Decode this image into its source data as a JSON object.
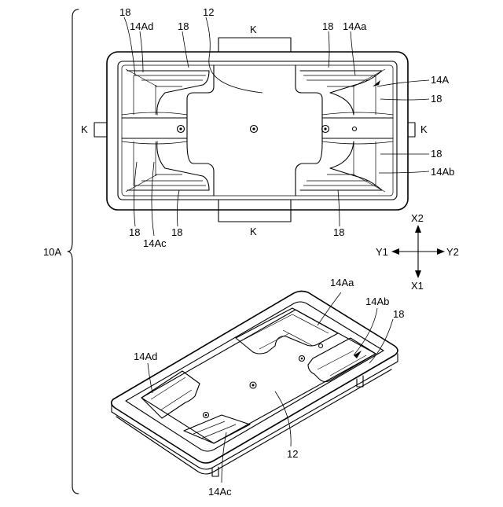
{
  "figure": {
    "assembly_label": "10A",
    "top_view": {
      "label_18_a": "18",
      "label_14Ad": "14Ad",
      "label_12": "12",
      "label_18_b": "18",
      "label_K_top": "K",
      "label_18_c": "18",
      "label_14Aa": "14Aa",
      "label_14A": "14A",
      "label_18_d": "18",
      "label_K_left": "K",
      "label_K_right": "K",
      "label_18_e": "18",
      "label_14Ab": "14Ab",
      "label_18_f": "18",
      "label_14Ac": "14Ac",
      "label_18_g": "18",
      "label_K_bottom": "K",
      "label_18_h": "18"
    },
    "axes": {
      "x2": "X2",
      "x1": "X1",
      "y1": "Y1",
      "y2": "Y2"
    },
    "perspective_view": {
      "label_14Aa": "14Aa",
      "label_14Ab": "14Ab",
      "label_18": "18",
      "label_14Ad": "14Ad",
      "label_12": "12",
      "label_14Ac": "14Ac"
    }
  }
}
